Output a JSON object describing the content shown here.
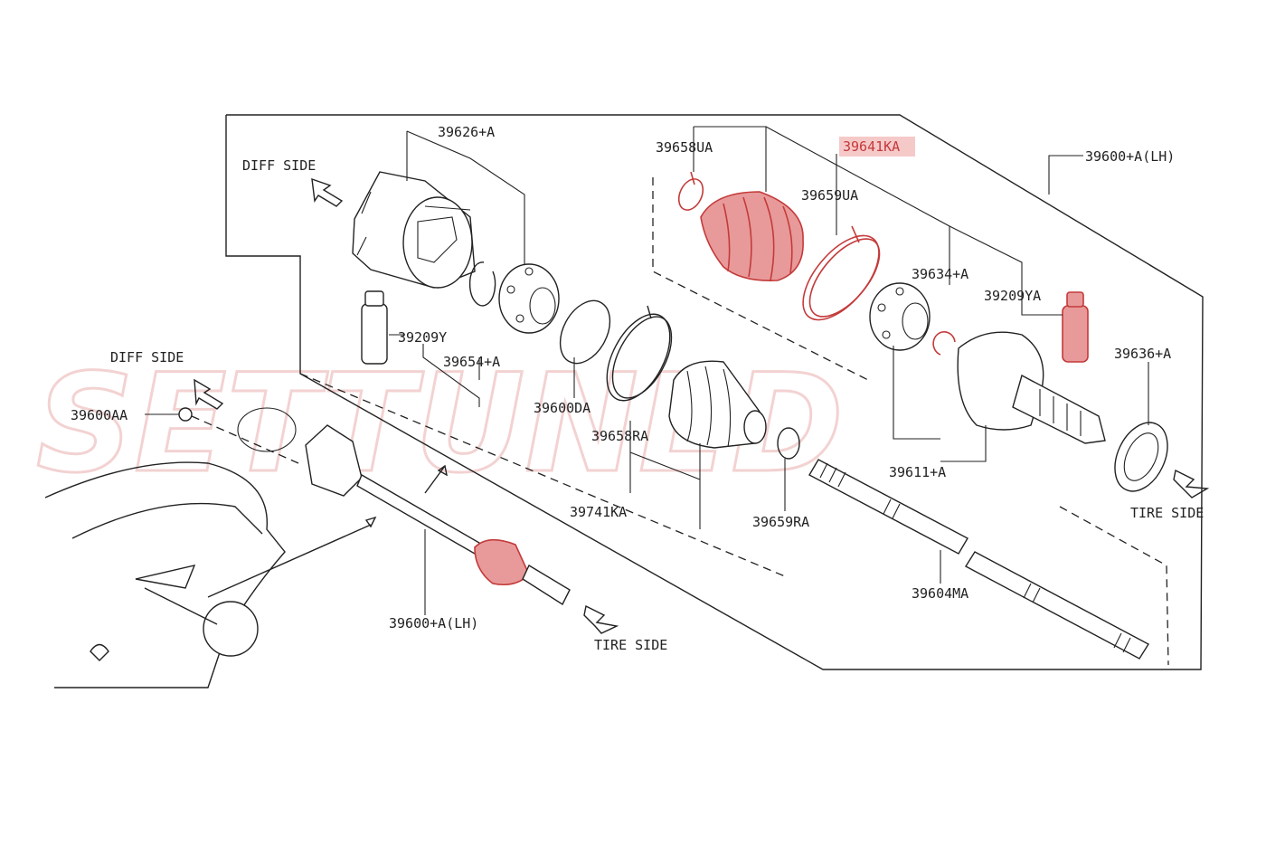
{
  "watermark": "SETTUNED",
  "colors": {
    "highlight_fill": "#e89a9a",
    "highlight_stroke": "#c43a3a",
    "highlight_label_bg": "#f6c9c9",
    "line": "#222222"
  },
  "directions": {
    "diff_side_upper": "DIFF SIDE",
    "diff_side_lower": "DIFF SIDE",
    "tire_side_right": "TIRE SIDE",
    "tire_side_lower": "TIRE SIDE"
  },
  "labels": {
    "p39626A": "39626+A",
    "p39658UA": "39658UA",
    "p39641KA": "39641KA",
    "p39600ALH_top": "39600+A(LH)",
    "p39659UA": "39659UA",
    "p39634A": "39634+A",
    "p39209YA": "39209YA",
    "p39209Y": "39209Y",
    "p39654A": "39654+A",
    "p39636A": "39636+A",
    "p39600DA": "39600DA",
    "p39658RA": "39658RA",
    "p39611A": "39611+A",
    "p39600AA": "39600AA",
    "p39741KA": "39741KA",
    "p39659RA": "39659RA",
    "p39604MA": "39604MA",
    "p39600ALH_bottom": "39600+A(LH)"
  },
  "highlighted_parts": [
    "39641KA"
  ]
}
